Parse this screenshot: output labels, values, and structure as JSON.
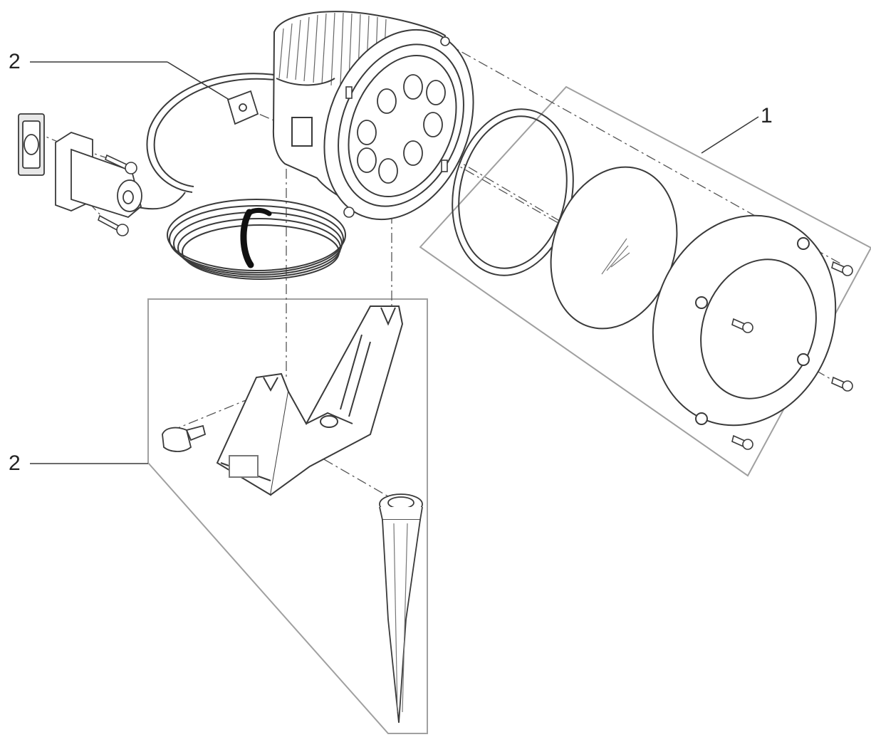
{
  "callouts": {
    "item_1": "1",
    "item_2_top": "2",
    "item_2_bottom": "2"
  },
  "colors": {
    "line": "#3a3a3a",
    "frame": "#a0a0a0",
    "band": "#111111",
    "background": "#ffffff"
  }
}
